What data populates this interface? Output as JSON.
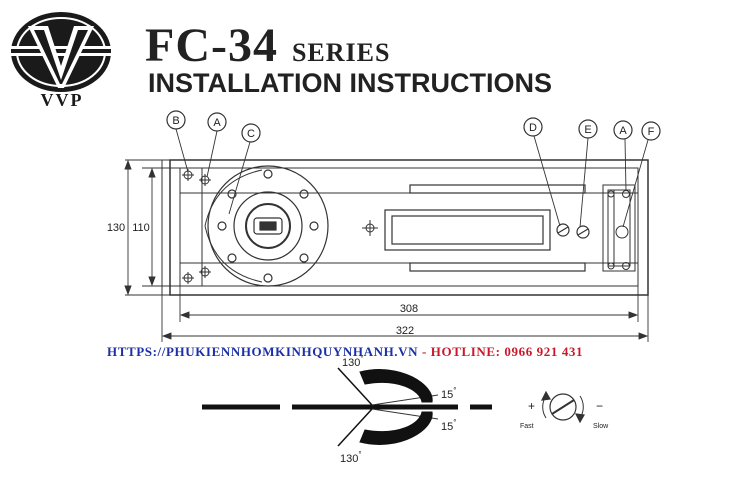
{
  "brand": {
    "name": "VVP",
    "colors": {
      "logo": "#1a1a1a"
    }
  },
  "header": {
    "model": "FC-34",
    "series": "SERIES",
    "subtitle": "INSTALLATION INSTRUCTIONS"
  },
  "callouts": [
    "B",
    "A",
    "C",
    "D",
    "E",
    "A",
    "F"
  ],
  "dimensions": {
    "height_outer": "130",
    "height_inner": "110",
    "length_inner": "308",
    "length_outer": "322"
  },
  "swing": {
    "angle_top": "130",
    "angle_bottom": "130",
    "latch_top": "15",
    "latch_bottom": "15",
    "unit": "°"
  },
  "speed": {
    "fast_symbol": "+",
    "fast_label": "Fast",
    "slow_symbol": "−",
    "slow_label": "Slow"
  },
  "contact": {
    "website": "HTTPS://PHUKIENNHOMKINHQUYNHANH.VN",
    "separator": "-",
    "hotline": "HOTLINE: 0966 921 431",
    "colors": {
      "website": "#1b2fa8",
      "hotline": "#c8182a"
    }
  }
}
